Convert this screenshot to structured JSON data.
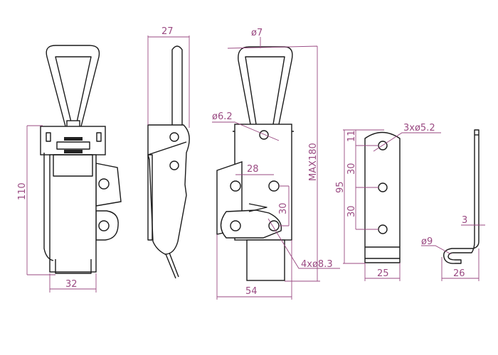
{
  "views": {
    "front": {
      "height_label": "110",
      "width_label": "32"
    },
    "side": {
      "depth_label": "27"
    },
    "rear": {
      "handle_dia_label": "ø7",
      "max_height_label": "MAX180",
      "pivot_hole_label": "ø6.2",
      "hole_spacing_h_label": "28",
      "hole_spacing_v_label": "30",
      "mount_holes_label": "4xø8.3",
      "width_label": "54"
    },
    "catch_plate": {
      "holes_label": "3xø5.2",
      "height_label": "95",
      "top_offset_label": "11",
      "pitch1_label": "30",
      "pitch2_label": "30",
      "width_label": "25"
    },
    "catch_profile": {
      "thickness_label": "3",
      "hook_dia_label": "ø9",
      "depth_label": "26"
    }
  },
  "colors": {
    "line": "#1a1a1a",
    "dimension": "#9a4a82"
  }
}
